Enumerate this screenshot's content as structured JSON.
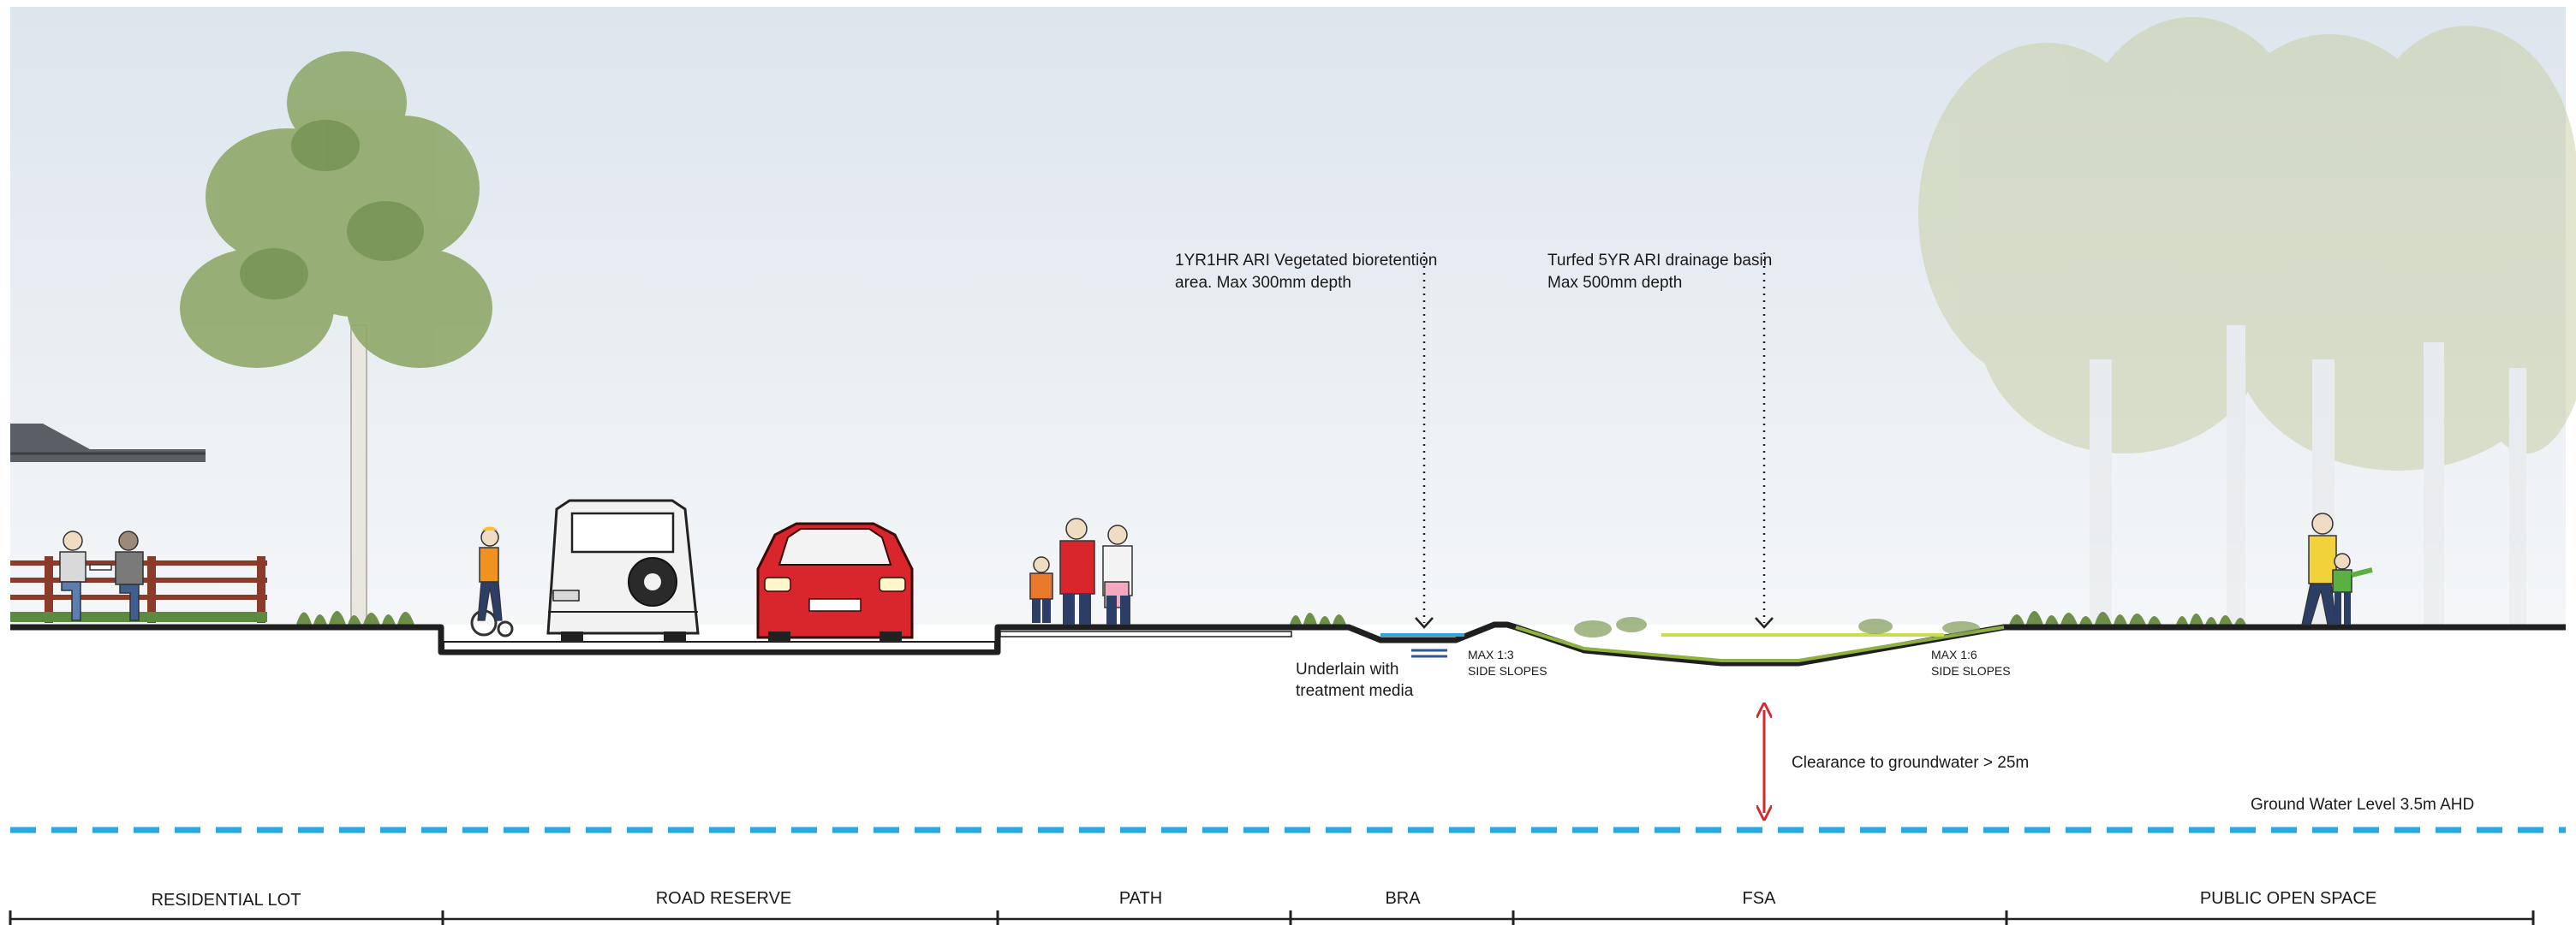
{
  "annotations": {
    "bioretention_line1": "1YR1HR ARI Vegetated bioretention",
    "bioretention_line2": "area. Max 300mm depth",
    "basin_line1": "Turfed 5YR ARI drainage basin",
    "basin_line2": "Max 500mm depth",
    "underlain_line1": "Underlain with",
    "underlain_line2": "treatment media",
    "slope_bra_line1": "MAX 1:3",
    "slope_bra_line2": "SIDE SLOPES",
    "slope_fsa_line1": "MAX 1:6",
    "slope_fsa_line2": "SIDE SLOPES",
    "clearance": "Clearance to groundwater > 25m",
    "groundwater": "Ground Water Level 3.5m AHD"
  },
  "zones": [
    {
      "label": "RESIDENTIAL LOT"
    },
    {
      "label": "ROAD RESERVE"
    },
    {
      "label": "PATH"
    },
    {
      "label": "BRA"
    },
    {
      "label": "FSA"
    },
    {
      "label": "PUBLIC OPEN SPACE"
    }
  ],
  "colors": {
    "sky_top": "#dfe6ee",
    "sky_bottom": "#f3f5f7",
    "ground_line": "#1f1f1f",
    "groundwater_dash": "#2aa9e0",
    "clearance_arrow": "#d7262e",
    "basin_grass": "#b9d65a",
    "bio_water": "#2aa9e0",
    "car_red": "#d8262c"
  },
  "icons": [
    "tree-icon",
    "car-icon",
    "suv-icon",
    "cyclist-icon",
    "pedestrian-icon",
    "person-icon",
    "bench-icon",
    "house-roof-icon"
  ]
}
